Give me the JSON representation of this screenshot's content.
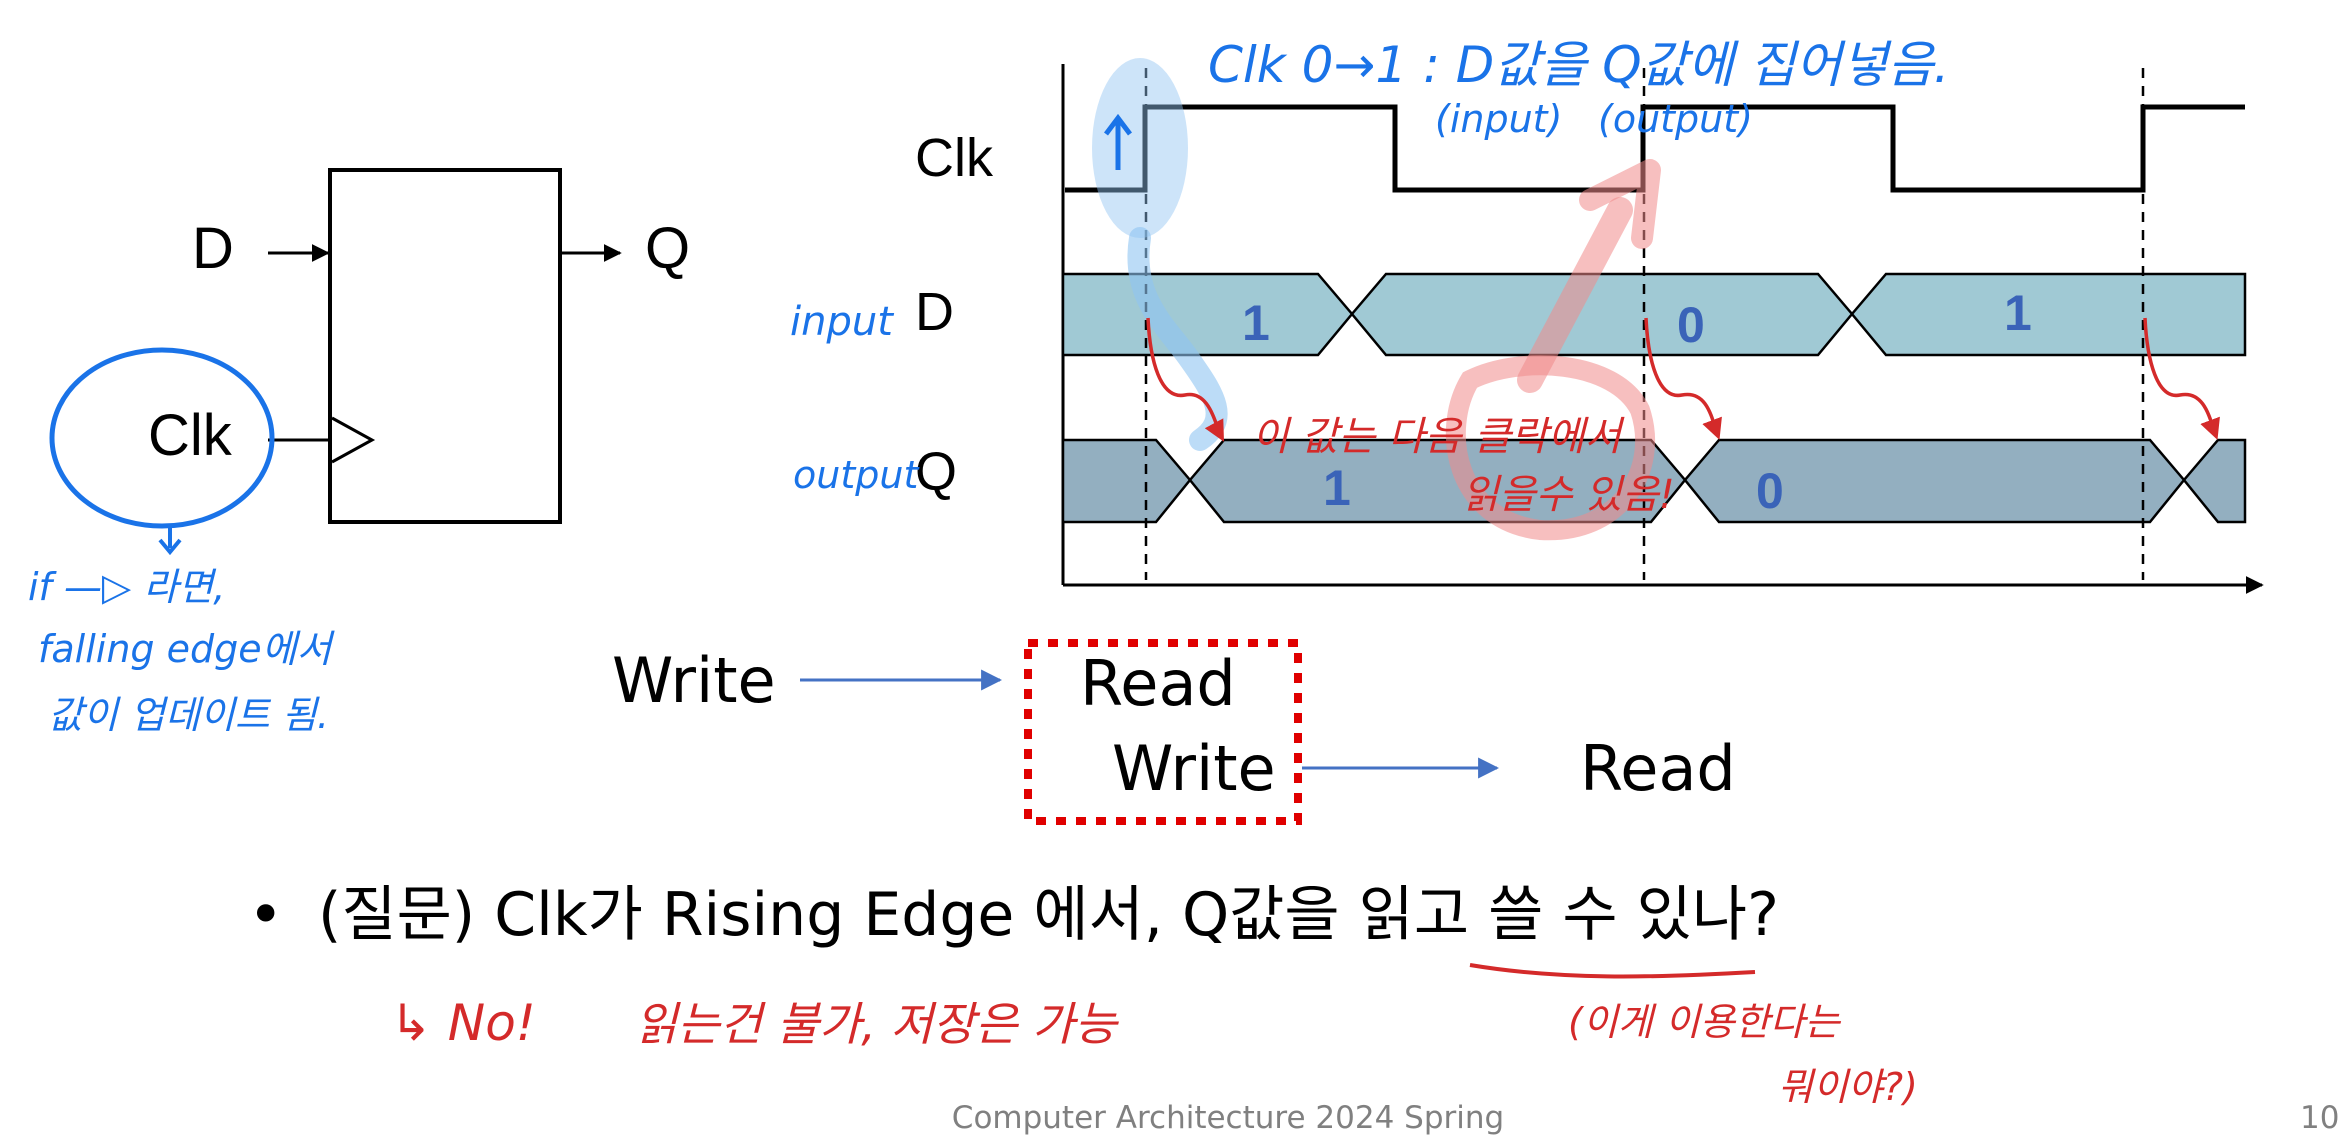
{
  "flipflop": {
    "input_label": "D",
    "output_label": "Q",
    "clock_label": "Clk"
  },
  "timing": {
    "clk_label": "Clk",
    "d_label": "D",
    "q_label": "Q",
    "d_values": [
      "1",
      "0",
      "1"
    ],
    "q_values": [
      "1",
      "0"
    ]
  },
  "flow": {
    "write1": "Write",
    "read1": "Read",
    "write2": "Write",
    "read2": "Read"
  },
  "question": {
    "bullet": "•",
    "text": "(질문) Clk가 Rising Edge 에서, Q값을 읽고 쓸 수 있나?"
  },
  "annotations": {
    "clk_rule": "Clk 0→1 : D값을 Q값에 집어넣음.",
    "clk_rule_input": "(input)",
    "clk_rule_output": "(output)",
    "input_note": "input",
    "output_note": "output",
    "falling_line1": "if —▷ 라면,",
    "falling_line2": "falling edge에서",
    "falling_line3": "값이 업데이트 됨.",
    "next_clock_line1": "이 값는 다음 클락에서",
    "next_clock_line2": "읽을수 있음!",
    "answer": "↳ No!",
    "answer_detail": "읽는건 불가, 저장은 가능",
    "why_line1": "(이게 이용한다는",
    "why_line2": "뭐이야?)"
  },
  "footer": {
    "course": "Computer Architecture 2024 Spring",
    "page": "10"
  },
  "colors": {
    "ink": "#000000",
    "d_fill": "#a0c9d4",
    "q_fill": "#93afc0",
    "bit_text": "#3a63b8",
    "blue_note": "#1a73e8",
    "red_note": "#d42a2a",
    "flow_arrow": "#4472c4",
    "dotted_box": "#e00000",
    "footer_gray": "#808080"
  }
}
